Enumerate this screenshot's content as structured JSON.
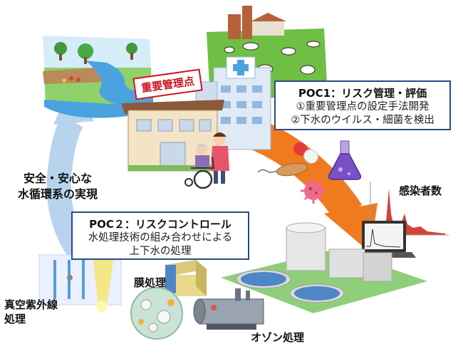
{
  "critical_control_point": "重要管理点",
  "poc1": {
    "title": "POC1：リスク管理・評価",
    "lines": [
      "①重要管理点の設定手法開発",
      "②下水のウイルス・細菌を検出"
    ]
  },
  "poc2": {
    "title": "POC２：リスクコントロール",
    "lines": [
      "水処理技術の組み合わせによる",
      "上下水の処理"
    ]
  },
  "tagline": [
    "安全・安心な",
    "水循環系の実現"
  ],
  "infected_label": "感染者数",
  "membrane_label": "膜処理",
  "uv_label": [
    "真空紫外線",
    "処理"
  ],
  "ozone_label": "オゾン処理",
  "colors": {
    "callout_border": "#2d4a85",
    "cp_border": "#d0111f",
    "arrow_orange": "#f07a20",
    "arrow_blue": "#b8d3ee",
    "river": "#4aa3df",
    "field": "#6fbf44",
    "graph_red": "#d6423a"
  },
  "icons": [
    "river-landscape",
    "dairy-farm",
    "hospital",
    "care-home",
    "caregiver-with-wheelchair",
    "capsule-icon",
    "flask-icon",
    "bacterium-icon",
    "virus-icon",
    "laptop-graph",
    "treatment-plant",
    "uv-panel",
    "membrane-module",
    "ozone-generator"
  ]
}
